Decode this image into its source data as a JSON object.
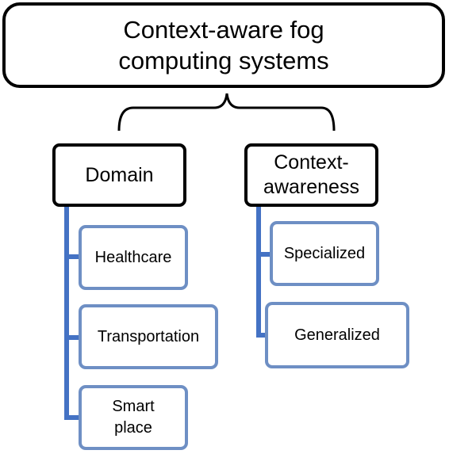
{
  "root": {
    "title": "Context-aware fog computing systems"
  },
  "categories": [
    {
      "label": "Domain"
    },
    {
      "label": "Context-awareness"
    }
  ],
  "domain_items": [
    {
      "label": "Healthcare"
    },
    {
      "label": "Transportation"
    },
    {
      "label": "Smart place"
    }
  ],
  "context_items": [
    {
      "label": "Specialized"
    },
    {
      "label": "Generalized"
    }
  ],
  "colors": {
    "outline": "#000000",
    "leaf_border": "#6e8fc4",
    "connector": "#4472c4"
  }
}
